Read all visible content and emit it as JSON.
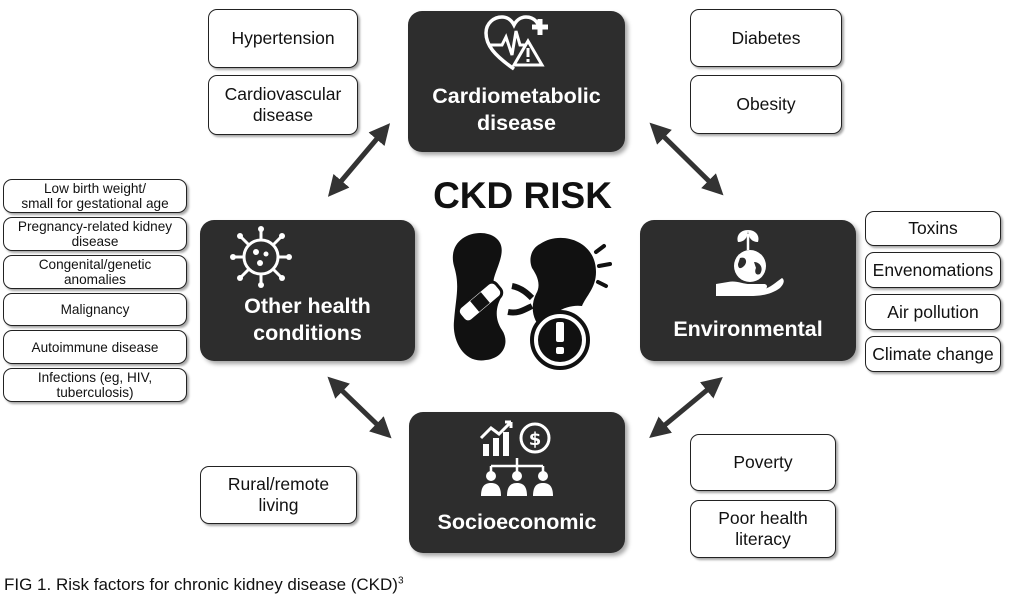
{
  "center": {
    "title": "CKD RISK"
  },
  "categories": {
    "cardiometabolic": "Cardiometabolic\ndisease",
    "other_health": "Other health\nconditions",
    "environmental": "Environmental",
    "socioeconomic": "Socioeconomic"
  },
  "factors": {
    "hypertension": "Hypertension",
    "cardiovascular": "Cardiovascular\ndisease",
    "diabetes": "Diabetes",
    "obesity": "Obesity",
    "low_birth_weight": "Low birth weight/\nsmall for gestational age",
    "pregnancy": "Pregnancy-related kidney\ndisease",
    "congenital": "Congenital/genetic\nanomalies",
    "malignancy": "Malignancy",
    "autoimmune": "Autoimmune disease",
    "infections": "Infections (eg, HIV,\ntuberculosis)",
    "toxins": "Toxins",
    "envenomations": "Envenomations",
    "air_pollution": "Air pollution",
    "climate_change": "Climate change",
    "rural": "Rural/remote\nliving",
    "poverty": "Poverty",
    "health_literacy": "Poor health\nliteracy"
  },
  "caption": {
    "text": "FIG 1. Risk factors for chronic kidney disease (CKD)",
    "ref": "3"
  },
  "icons": {
    "cardiometabolic": "heart-pulse-icon",
    "other_health": "virus-icon",
    "environmental": "hand-plant-icon",
    "socioeconomic": "finance-people-icon",
    "center": "kidney-warning-icon"
  },
  "colors": {
    "dark_box": "#2d2d2d",
    "text": "#111111",
    "background": "#ffffff"
  }
}
